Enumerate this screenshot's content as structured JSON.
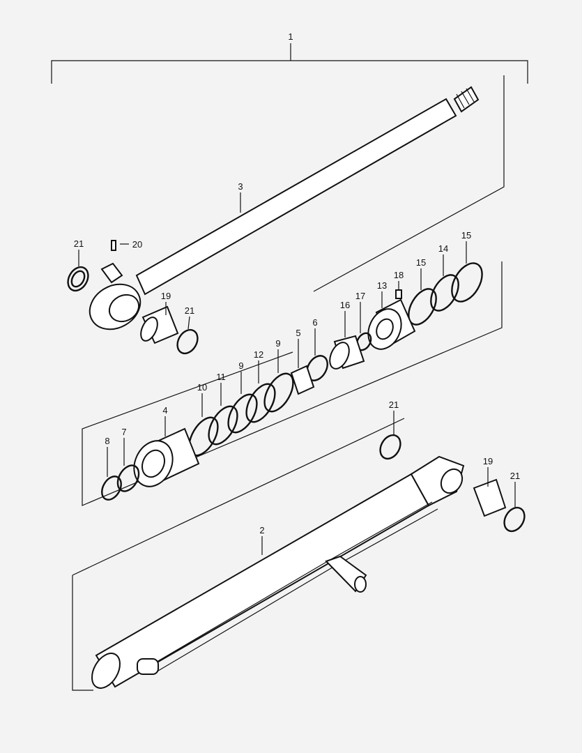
{
  "diagram": {
    "callouts": [
      "1",
      "3",
      "21",
      "20",
      "19",
      "21",
      "15",
      "14",
      "15",
      "18",
      "13",
      "17",
      "16",
      "6",
      "5",
      "9",
      "12",
      "9",
      "11",
      "10",
      "4",
      "7",
      "8",
      "21",
      "2",
      "19",
      "21"
    ],
    "colors": {
      "background": "#f3f3f3",
      "line": "#111111"
    }
  }
}
